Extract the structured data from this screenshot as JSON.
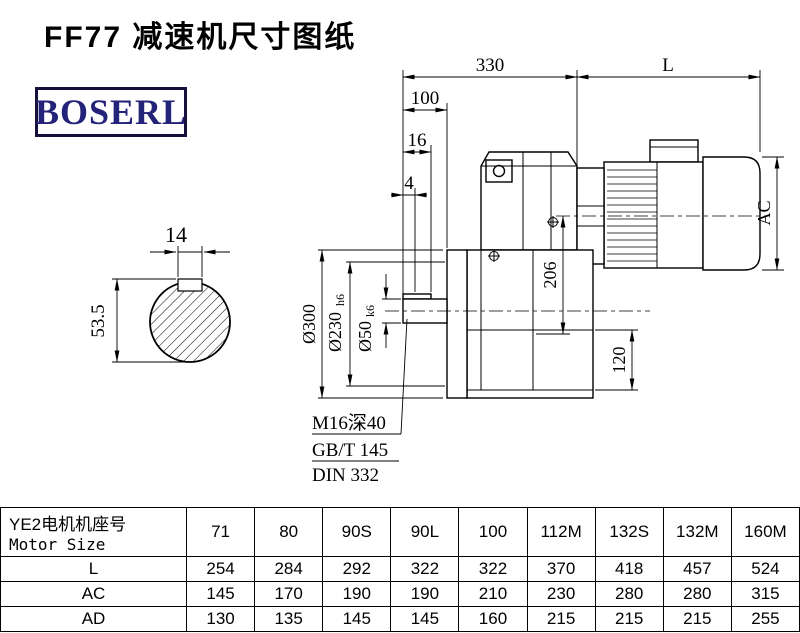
{
  "page": {
    "title": "FF77 减速机尺寸图纸"
  },
  "logo": {
    "text": "BOSERL",
    "color": "#23237a"
  },
  "drawing": {
    "dim_330": "330",
    "dim_L": "L",
    "dim_100": "100",
    "dim_16": "16",
    "dim_4": "4",
    "dim_AC": "AC",
    "dim_206": "206",
    "dim_120": "120",
    "dia_300": "Ø300",
    "dia_230_main": "Ø230",
    "dia_230_sub": "h6",
    "dia_50_main": "Ø50",
    "dia_50_sub": "k6",
    "key_width": "14",
    "key_height": "53.5",
    "note_thread": "M16深40",
    "note_gb": "GB/T 145",
    "note_din": "DIN 332"
  },
  "table": {
    "header": {
      "label_line1": "YE2电机机座号",
      "label_line2": "Motor Size",
      "sizes": [
        "71",
        "80",
        "90S",
        "90L",
        "100",
        "112M",
        "132S",
        "132M",
        "160M"
      ]
    },
    "rows": [
      {
        "label": "L",
        "values": [
          "254",
          "284",
          "292",
          "322",
          "322",
          "370",
          "418",
          "457",
          "524"
        ]
      },
      {
        "label": "AC",
        "values": [
          "145",
          "170",
          "190",
          "190",
          "210",
          "230",
          "280",
          "280",
          "315"
        ]
      },
      {
        "label": "AD",
        "values": [
          "130",
          "135",
          "145",
          "145",
          "160",
          "215",
          "215",
          "215",
          "255"
        ]
      }
    ]
  }
}
